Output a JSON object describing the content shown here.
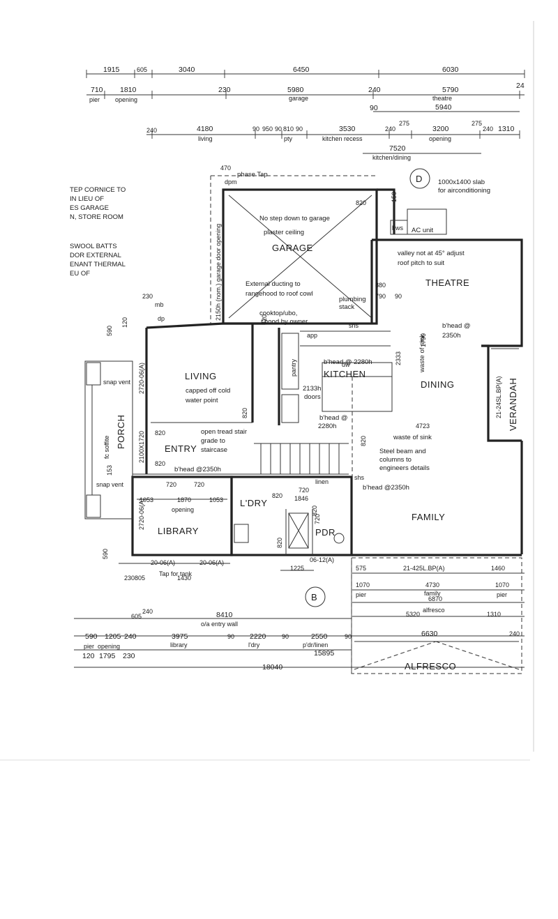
{
  "rooms": {
    "garage": "GARAGE",
    "theatre": "THEATRE",
    "living": "LIVING",
    "kitchen": "KITCHEN",
    "dining": "DINING",
    "entry": "ENTRY",
    "porch": "PORCH",
    "library": "LIBRARY",
    "laundry": "L'DRY",
    "powder": "PDR",
    "family": "FAMILY",
    "verandah": "VERANDAH",
    "alfresco": "ALFRESCO"
  },
  "top_dims": {
    "row1": [
      "1915",
      "605",
      "3040",
      "6450",
      "6030"
    ],
    "row2": [
      "710",
      "1810",
      "230",
      "5980",
      "240",
      "5790",
      "24"
    ],
    "row2_labels": [
      "pier",
      "opening",
      "garage",
      "theatre"
    ],
    "row2b": [
      "90",
      "5940"
    ],
    "row3": [
      "240",
      "4180",
      "90",
      "950",
      "90",
      "810",
      "90",
      "3530",
      "240",
      "275",
      "3200",
      "275",
      "240",
      "1310"
    ],
    "row3_labels": [
      "living",
      "pty",
      "kitchen recess",
      "opening"
    ],
    "row3b": [
      "7520"
    ],
    "row3b_label": "kitchen/dining"
  },
  "bottom_dims": {
    "row1": [
      "605",
      "240",
      "8410"
    ],
    "row1_label": "o/a entry wall",
    "row2": [
      "590",
      "1205",
      "240",
      "3975",
      "90",
      "2220",
      "90",
      "2550",
      "90",
      "6630",
      "240"
    ],
    "row2_labels": [
      "pier",
      "opening",
      "library",
      "l'dry",
      "p'dr/linen"
    ],
    "row3": [
      "120",
      "1795",
      "230",
      "15895"
    ],
    "total": "18040",
    "right": [
      "575",
      "21-425L.BP(A)",
      "1460",
      "1070",
      "pier",
      "4730",
      "6870",
      "5320",
      "alfresco",
      "1310",
      "1070",
      "pier",
      "family"
    ]
  },
  "notes": {
    "left_notes": [
      "TEP CORNICE TO",
      "IN LIEU OF",
      "ES GARAGE",
      "N, STORE ROOM",
      "",
      "SWOOL BATTS",
      "DOR EXTERNAL",
      "ENANT THERMAL",
      "EU OF"
    ],
    "phase_tap": "phase Tap",
    "slab": [
      "1000x1400 slab",
      "for airconditioning"
    ],
    "garage_note": [
      "No step down to garage",
      "plaster ceiling"
    ],
    "ducting": [
      "External ducting to",
      "rangehood to roof cowl"
    ],
    "cooktop": [
      "cooktop/ubo,",
      "r'hood by owner"
    ],
    "plumbing": [
      "plumbing",
      "stack"
    ],
    "valley": [
      "valley not at 45° adjust",
      "roof pitch to suit"
    ],
    "capped": [
      "capped off cold",
      "water point"
    ],
    "stair": [
      "open tread stair",
      "grade to",
      "staircase"
    ],
    "steel": [
      "Steel beam and",
      "columns to",
      "engineers details"
    ],
    "waste_sink": "waste of sink",
    "waste_sink2": "waste of sink",
    "bhead_2280_a": "b'head @ 2280h",
    "bhead_2280_b": "b'head @",
    "bhead_2280_c": "2280h",
    "bhead_2350_theatre": [
      "b'head @",
      "2350h"
    ],
    "bhead_2350_entry": "b'head @2350h",
    "bhead_2350_family": "b'head @2350h",
    "doors_2133": [
      "2133h",
      "doors"
    ],
    "tap_tank": "Tap for tank",
    "ac_unit": "AC unit",
    "hws": "hws",
    "snap_vent": "snap vent",
    "snap_vent2": "snap vent",
    "garage_door": "2150h (nom.) garage door opening",
    "fc_soffit": "fc soffite",
    "linen": "linen",
    "pantry": "pantry",
    "dw": "dw",
    "app": "app",
    "dp": "dp",
    "mb": "mb",
    "shs": "shs",
    "sh": "shs",
    "dpm": "dpm",
    "grid_d": "D",
    "grid_b": "B"
  },
  "window_codes": {
    "porch_top": "2720-06(A)",
    "porch_bottom": "2720-06(A)",
    "entry": "2100X1720",
    "library_a": "20-06(A)",
    "library_b": "20-06(A)",
    "pdr": "06-12(A)",
    "verandah": "21-24SL.BP(A)"
  },
  "inner_dims": {
    "d470": "470",
    "d150": "150",
    "d820_garage": "820",
    "d820_entry": "820",
    "d820_kitchen": "820",
    "d820_laundry": "820",
    "d820_laundry2": "820",
    "d820_living": "820",
    "d820_entry2": "820",
    "d820_pdr": "820",
    "d880": "880",
    "d790": "790",
    "d90": "90",
    "d1790": "1790",
    "d2333": "2333",
    "d4723": "4723",
    "d230": "230",
    "d590a": "590",
    "d590b": "590",
    "d120": "120",
    "d153": "153",
    "d1053a": "1053",
    "d1870": "1870",
    "d1053b": "1053",
    "opening": "opening",
    "d1846": "1846",
    "d720a": "720",
    "d720b": "720",
    "d720c": "720",
    "d720d": "720",
    "d1225": "1225",
    "d230805": "230805",
    "d1430": "1430",
    "d820_family": "820"
  }
}
